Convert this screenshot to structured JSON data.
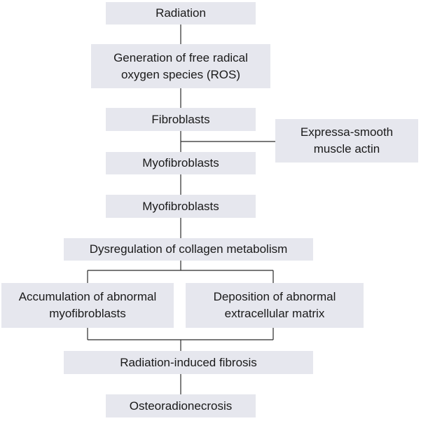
{
  "nodes": {
    "radiation": [
      "Radiation"
    ],
    "ros": [
      "Generation of free radical",
      "oxygen species (ROS)"
    ],
    "fibroblasts": [
      "Fibroblasts"
    ],
    "actin": [
      "Expressa-smooth",
      "muscle actin"
    ],
    "myofibroblasts_1": [
      "Myofibroblasts"
    ],
    "myofibroblasts_2": [
      "Myofibroblasts"
    ],
    "dysregulation": [
      "Dysregulation of collagen metabolism"
    ],
    "accumulation": [
      "Accumulation of abnormal",
      "myofibroblasts"
    ],
    "deposition": [
      "Deposition of abnormal",
      "extracellular matrix"
    ],
    "fibrosis": [
      "Radiation-induced fibrosis"
    ],
    "orn": [
      "Osteoradionecrosis"
    ]
  },
  "colors": {
    "box_fill": "#e6e7ee",
    "line": "#2a2a2a",
    "text": "#1a1a1a"
  }
}
